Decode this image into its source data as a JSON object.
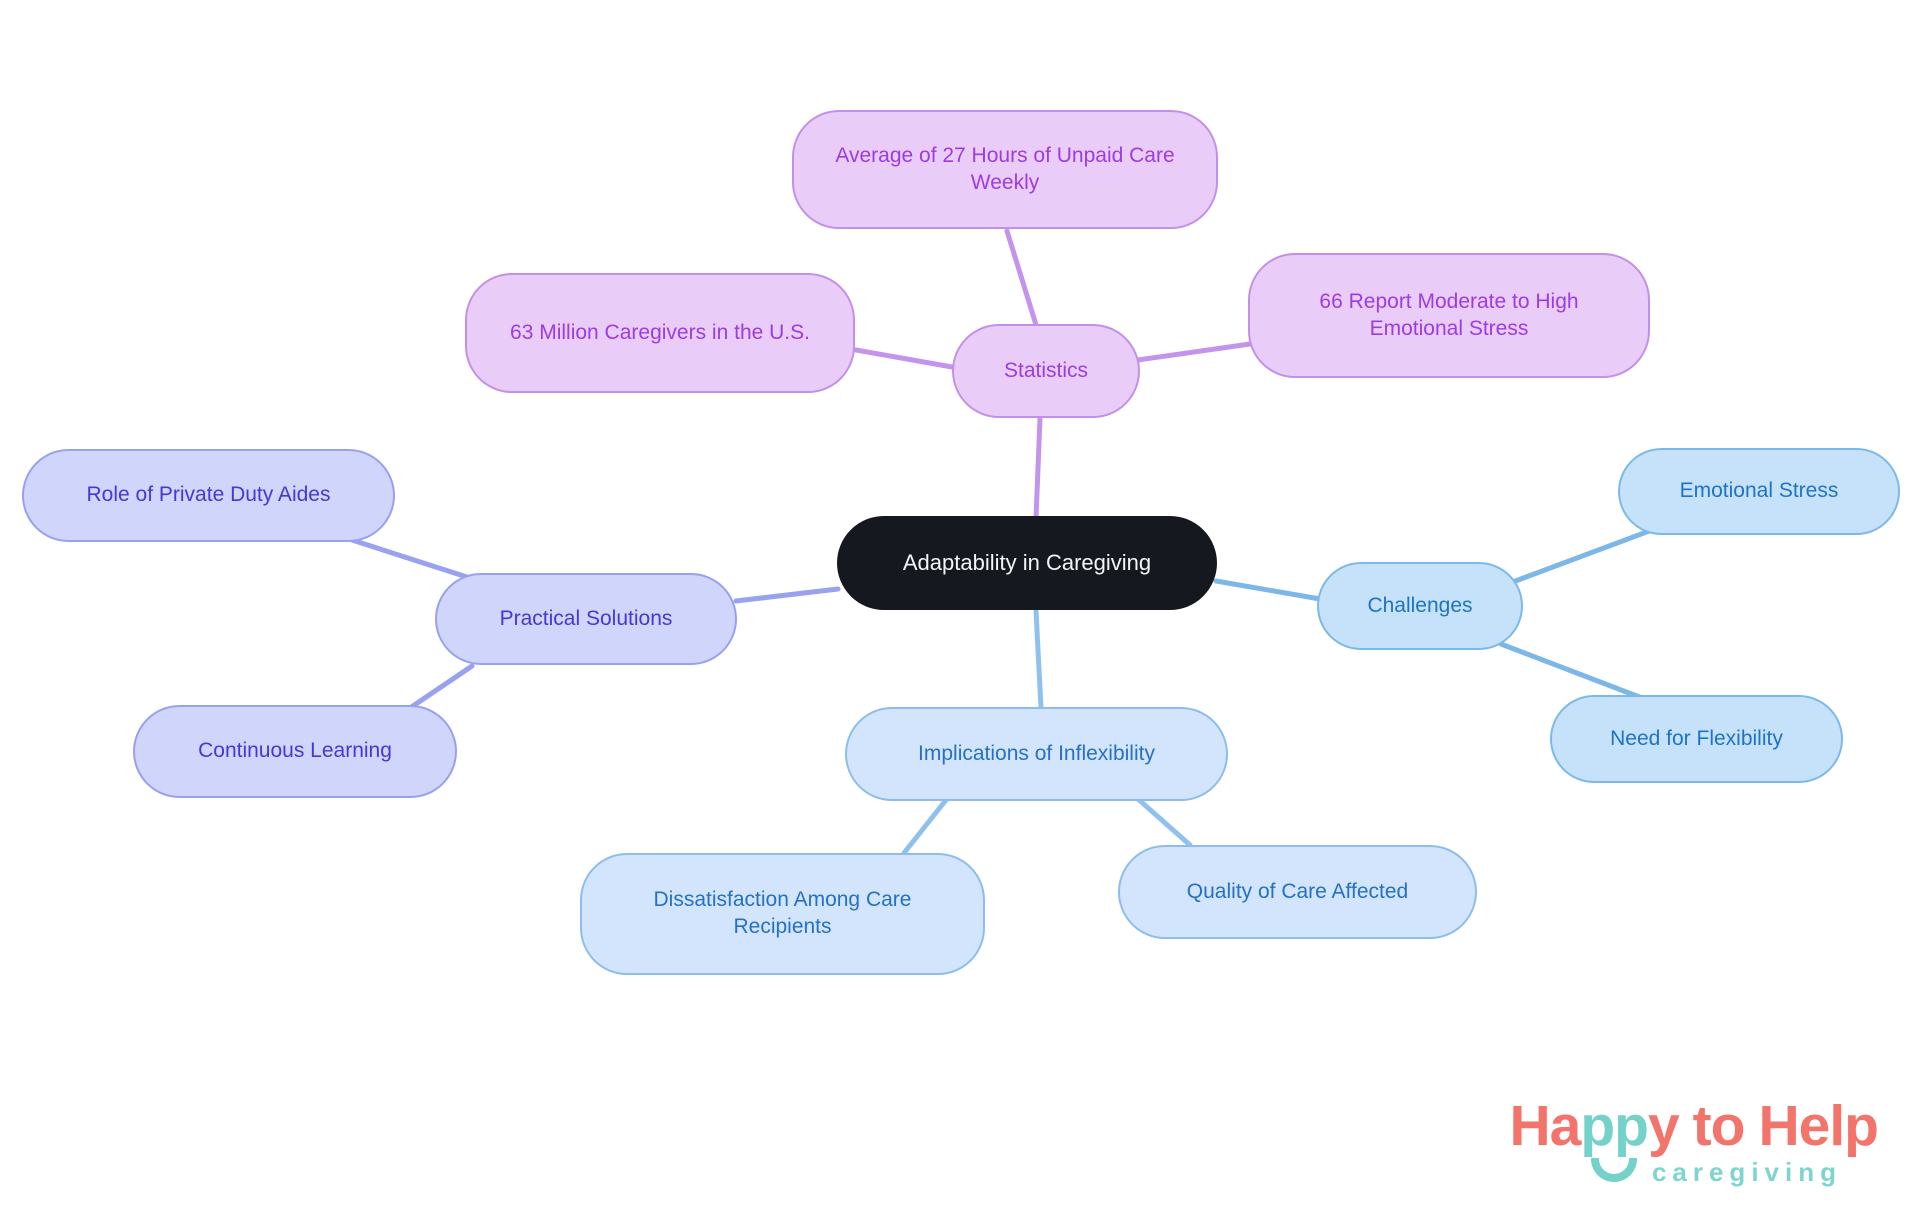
{
  "central": {
    "label": "Adaptability in Caregiving"
  },
  "branches": {
    "statistics": {
      "label": "Statistics",
      "children": {
        "avg_hours": {
          "label": "Average of 27 Hours of Unpaid Care Weekly"
        },
        "caregivers_us": {
          "label": "63 Million Caregivers in the U.S."
        },
        "emotional_stress_pct": {
          "label": "66 Report Moderate to High Emotional Stress"
        }
      }
    },
    "challenges": {
      "label": "Challenges",
      "children": {
        "emotional_stress": {
          "label": "Emotional Stress"
        },
        "need_flexibility": {
          "label": "Need for Flexibility"
        }
      }
    },
    "practical_solutions": {
      "label": "Practical Solutions",
      "children": {
        "private_duty_aides": {
          "label": "Role of Private Duty Aides"
        },
        "continuous_learning": {
          "label": "Continuous Learning"
        }
      }
    },
    "implications": {
      "label": "Implications of Inflexibility",
      "children": {
        "dissatisfaction": {
          "label": "Dissatisfaction Among Care Recipients"
        },
        "quality_of_care": {
          "label": "Quality of Care Affected"
        }
      }
    }
  },
  "logo": {
    "word1": "Ha",
    "word2": "pp",
    "word3": "y",
    "word4": "to",
    "word5": "Help",
    "tagline": "caregiving"
  },
  "palette": {
    "central_bg": "#15191f",
    "central_text": "#f4f5f6",
    "statistics_fill": "#e9cdf8",
    "statistics_border": "#c38fe9",
    "statistics_text": "#9c3ce2",
    "statistics_line": "#c493eb",
    "challenges_fill": "#c6e2fb",
    "challenges_border": "#7db9e8",
    "challenges_text": "#1e74c4",
    "challenges_line": "#7db7e8",
    "practical_fill": "#d0d5fb",
    "practical_border": "#97a1ef",
    "practical_text": "#4438d8",
    "practical_line": "#98a2f0",
    "implications_fill": "#d2e5fc",
    "implications_border": "#8dbdec",
    "implications_text": "#2571c4",
    "implications_line": "#90c1ee",
    "logo_coral": "#f3746b",
    "logo_teal": "#75d2ca"
  }
}
